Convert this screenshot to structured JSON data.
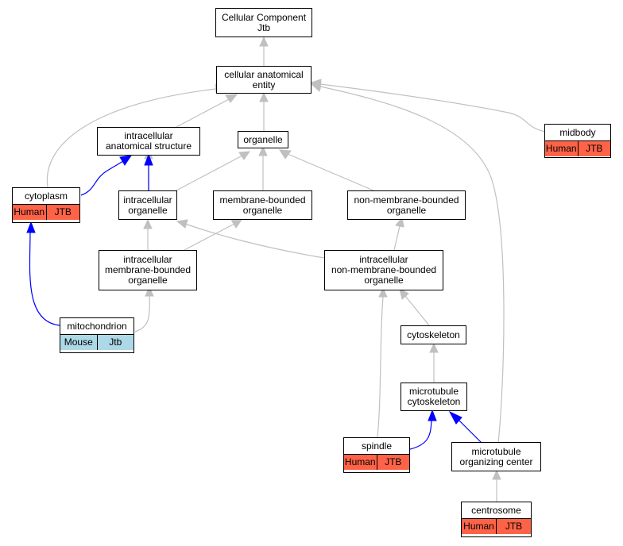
{
  "colors": {
    "is_a_edge": "#c0c0c0",
    "part_of_edge": "#0000ff",
    "human_jtb": "#ff6347",
    "mouse_jtb": "#add8e6"
  },
  "nodes": {
    "root": "Cellular Component\nJtb",
    "entity": "cellular anatomical\nentity",
    "ias": "intracellular\nanatomical structure",
    "organelle": "organelle",
    "intracellular_organelle": "intracellular\norganelle",
    "membrane_bounded": "membrane-bounded\norganelle",
    "non_membrane_bounded": "non-membrane-bounded\norganelle",
    "intracellular_membrane": "intracellular\nmembrane-bounded\norganelle",
    "intracellular_non_membrane": "intracellular\nnon-membrane-bounded\norganelle",
    "cytoskeleton": "cytoskeleton",
    "microtubule_cytoskeleton": "microtubule\ncytoskeleton",
    "mtoc": "microtubule\norganizing center"
  },
  "records": {
    "midbody": {
      "title": "midbody",
      "left": "Human",
      "right": "JTB"
    },
    "cytoplasm": {
      "title": "cytoplasm",
      "left": "Human",
      "right": "JTB"
    },
    "mitochondrion": {
      "title": "mitochondrion",
      "left": "Mouse",
      "right": "Jtb"
    },
    "spindle": {
      "title": "spindle",
      "left": "Human",
      "right": "JTB"
    },
    "centrosome": {
      "title": "centrosome",
      "left": "Human",
      "right": "JTB"
    }
  }
}
